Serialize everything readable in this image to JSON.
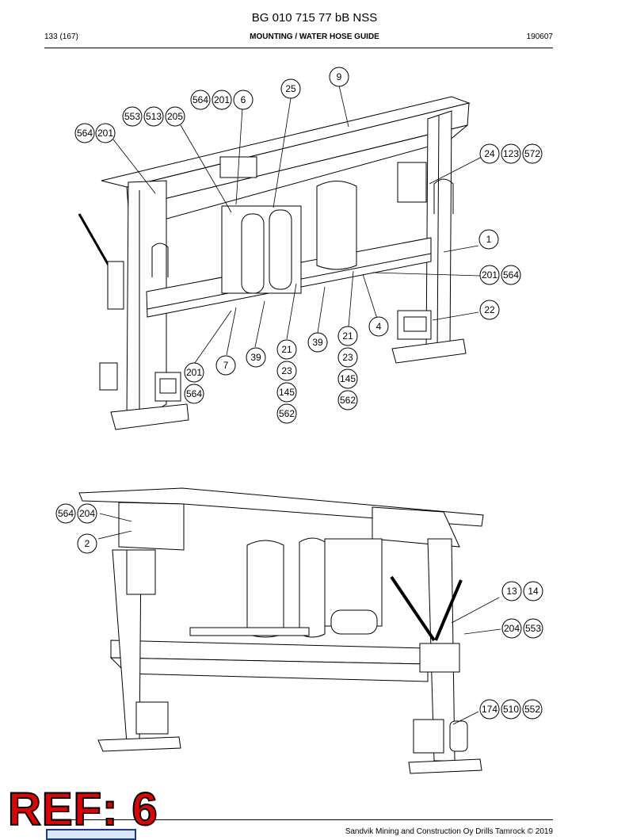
{
  "document": {
    "title": "BG 010 715 77 bB NSS",
    "page": "133 (167)",
    "section": "MOUNTING / WATER HOSE GUIDE",
    "date": "190607",
    "ref_label": "REF: 6",
    "footer": "Sandvik Mining and Construction Oy Drills Tamrock © 2019"
  },
  "callouts": {
    "c9": "9",
    "c25": "25",
    "c564a": "564",
    "c201a": "201",
    "c6": "6",
    "c553a": "553",
    "c513": "513",
    "c205": "205",
    "c564b": "564",
    "c201b": "201",
    "c24": "24",
    "c123": "123",
    "c572": "572",
    "c1": "1",
    "c201c": "201",
    "c564c": "564",
    "c22": "22",
    "c4": "4",
    "c21a": "21",
    "c23a": "23",
    "c145a": "145",
    "c562a": "562",
    "c39a": "39",
    "c21b": "21",
    "c23b": "23",
    "c145b": "145",
    "c562b": "562",
    "c39b": "39",
    "c7": "7",
    "c201d": "201",
    "c564d": "564",
    "c564e": "564",
    "c204a": "204",
    "c2": "2",
    "c13": "13",
    "c14": "14",
    "c204b": "204",
    "c553b": "553",
    "c174": "174",
    "c510": "510",
    "c552": "552"
  }
}
